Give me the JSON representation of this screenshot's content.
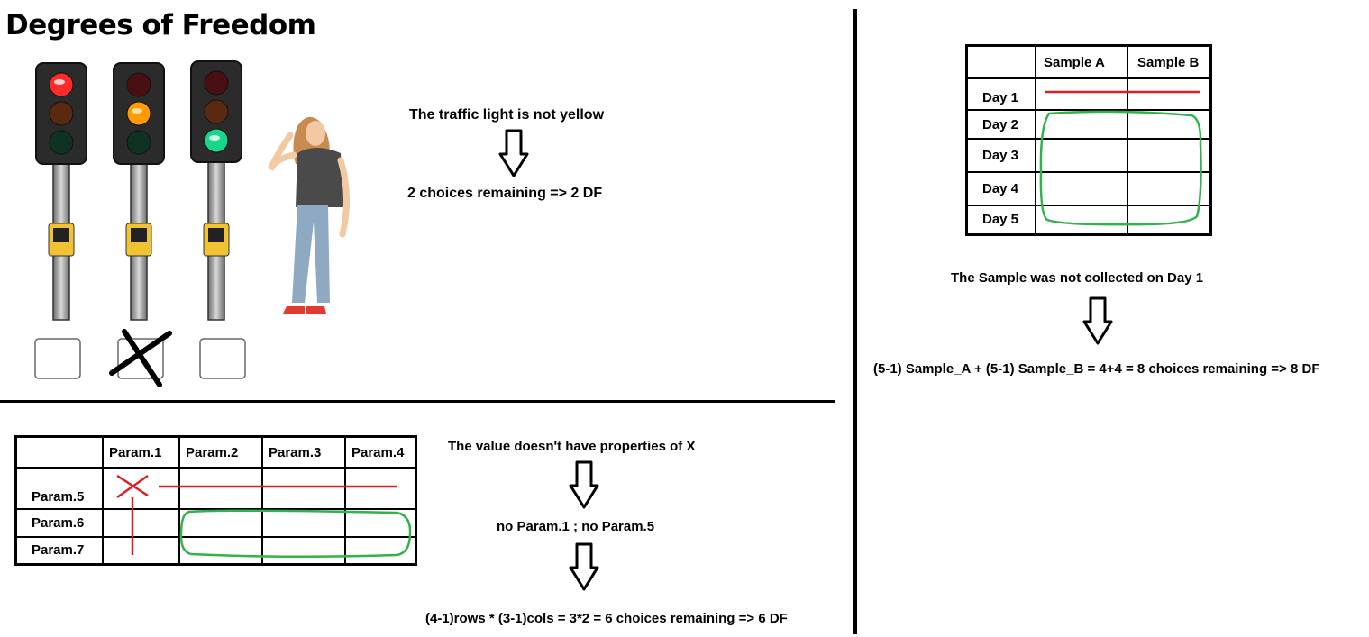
{
  "title": "Degrees of Freedom",
  "traffic": {
    "statement": "The traffic light is not yellow",
    "result": "2 choices remaining => 2 DF"
  },
  "param_table": {
    "columns": [
      "",
      "Param.1",
      "Param.2",
      "Param.3",
      "Param.4"
    ],
    "rows": [
      "Param.5",
      "Param.6",
      "Param.7"
    ],
    "statement": "The value doesn't have properties of X",
    "exclusion": "no Param.1 ; no Param.5",
    "result": "(4-1)rows * (3-1)cols = 3*2 = 6 choices remaining => 6 DF"
  },
  "sample_table": {
    "columns": [
      "",
      "Sample A",
      "Sample B"
    ],
    "rows": [
      "Day 1",
      "Day 2",
      "Day 3",
      "Day 4",
      "Day 5"
    ],
    "statement": "The Sample was not collected on Day 1",
    "result": "(5-1) Sample_A + (5-1) Sample_B = 4+4 = 8 choices  remaining  => 8 DF"
  },
  "colors": {
    "red": "#e01b24",
    "green": "#2fb34a",
    "light_red": "#ff2a2a",
    "light_amber": "#ff9a00",
    "light_green": "#19d68c"
  }
}
